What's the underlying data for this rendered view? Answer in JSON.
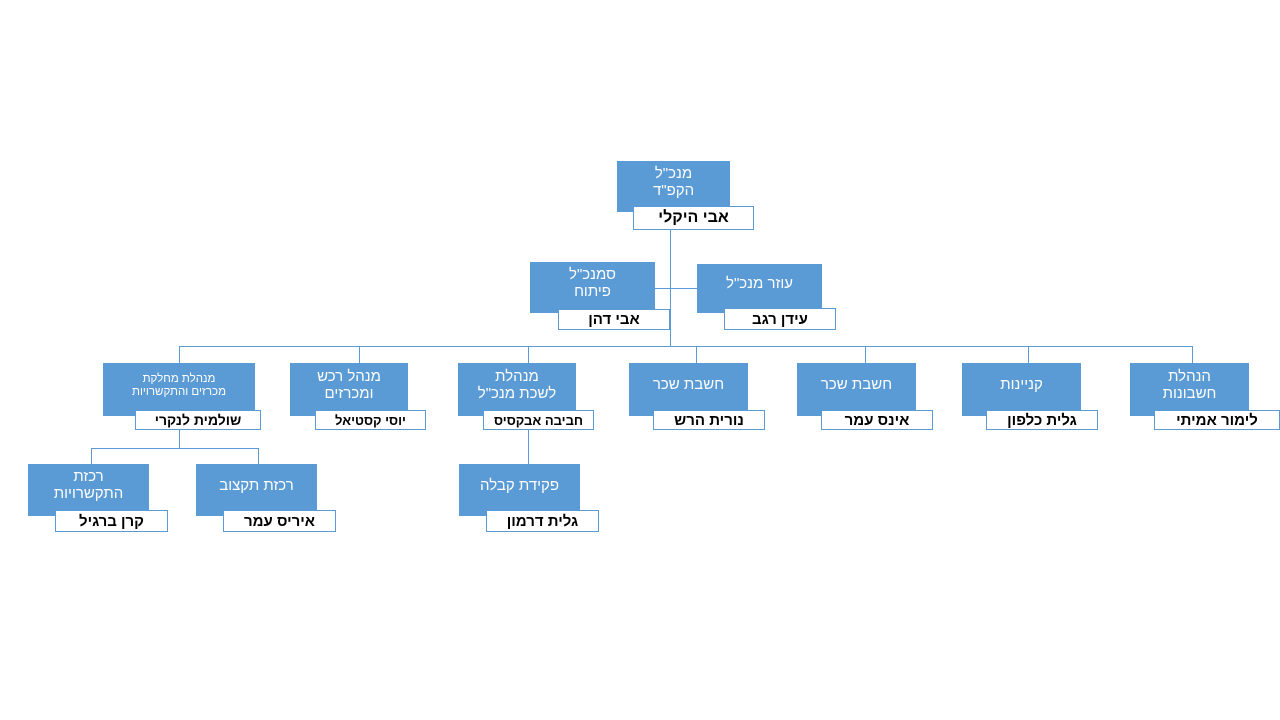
{
  "chart_data": {
    "type": "diagram",
    "title": "מנכ\"ל הקפ\"ד",
    "orientation": "rtl",
    "accent_color": "#5B9BD5",
    "label_bg": "#FFFFFF",
    "label_text_color": "#000000",
    "title_text_color": "#FFFFFF"
  },
  "nodes": {
    "ceo": {
      "title": "מנכ\"ל\nהקפ\"ד",
      "name": "אבי היקלי"
    },
    "deputy_dev": {
      "title": "סמנכ\"ל\nפיתוח",
      "name": "אבי דהן"
    },
    "assistant_ceo": {
      "title": "עוזר מנכ\"ל",
      "name": "עידן רגב"
    },
    "tenders_dept": {
      "title": "מנהלת מחלקת\nמכרזים  והתקשרויות",
      "name": "שולמית  לנקרי"
    },
    "procurement": {
      "title": "מנהל רכש\nומכרזים",
      "name": "יוסי קסטיאל"
    },
    "ceo_office": {
      "title": "מנהלת\nלשכת מנכ\"ל",
      "name": "חביבה  אבקסיס"
    },
    "payroll_1": {
      "title": "חשבת שכר",
      "name": "נורית הרש"
    },
    "payroll_2": {
      "title": "חשבת שכר",
      "name": "אינס עמר"
    },
    "purchasing": {
      "title": "קניינות",
      "name": "גלית כלפון"
    },
    "accounting_mgmt": {
      "title": "הנהלת\nחשבונות",
      "name": "לימור אמיתי"
    },
    "comm_coordinator": {
      "title": "רכזת\nהתקשרויות",
      "name": "קרן ברגיל"
    },
    "budget_coordinator": {
      "title": "רכזת תקצוב",
      "name": "איריס עמר"
    },
    "receipts_clerk": {
      "title": "פקידת קבלה",
      "name": "גלית דרמון"
    }
  }
}
